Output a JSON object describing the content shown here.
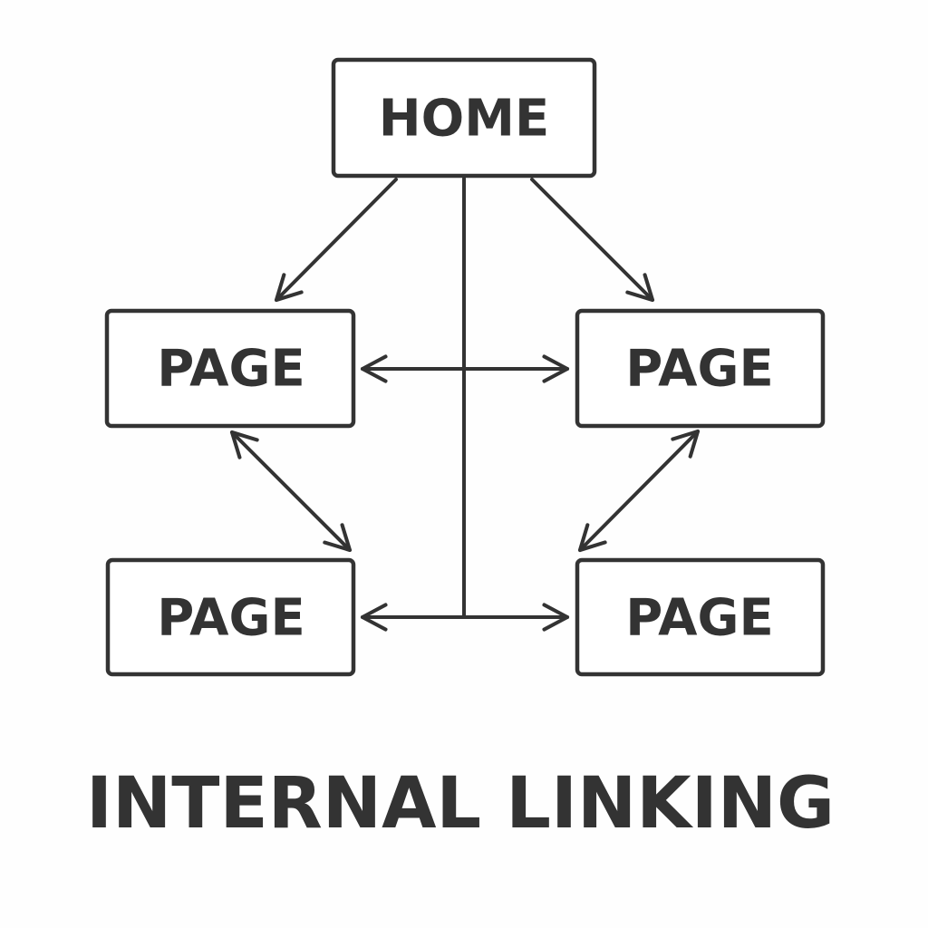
{
  "nodes": {
    "home": "HOME",
    "page_top_left": "PAGE",
    "page_top_right": "PAGE",
    "page_bottom_left": "PAGE",
    "page_bottom_right": "PAGE"
  },
  "title": "INTERNAL LINKING",
  "colors": {
    "stroke": "#333333",
    "background": "#ffffff"
  }
}
